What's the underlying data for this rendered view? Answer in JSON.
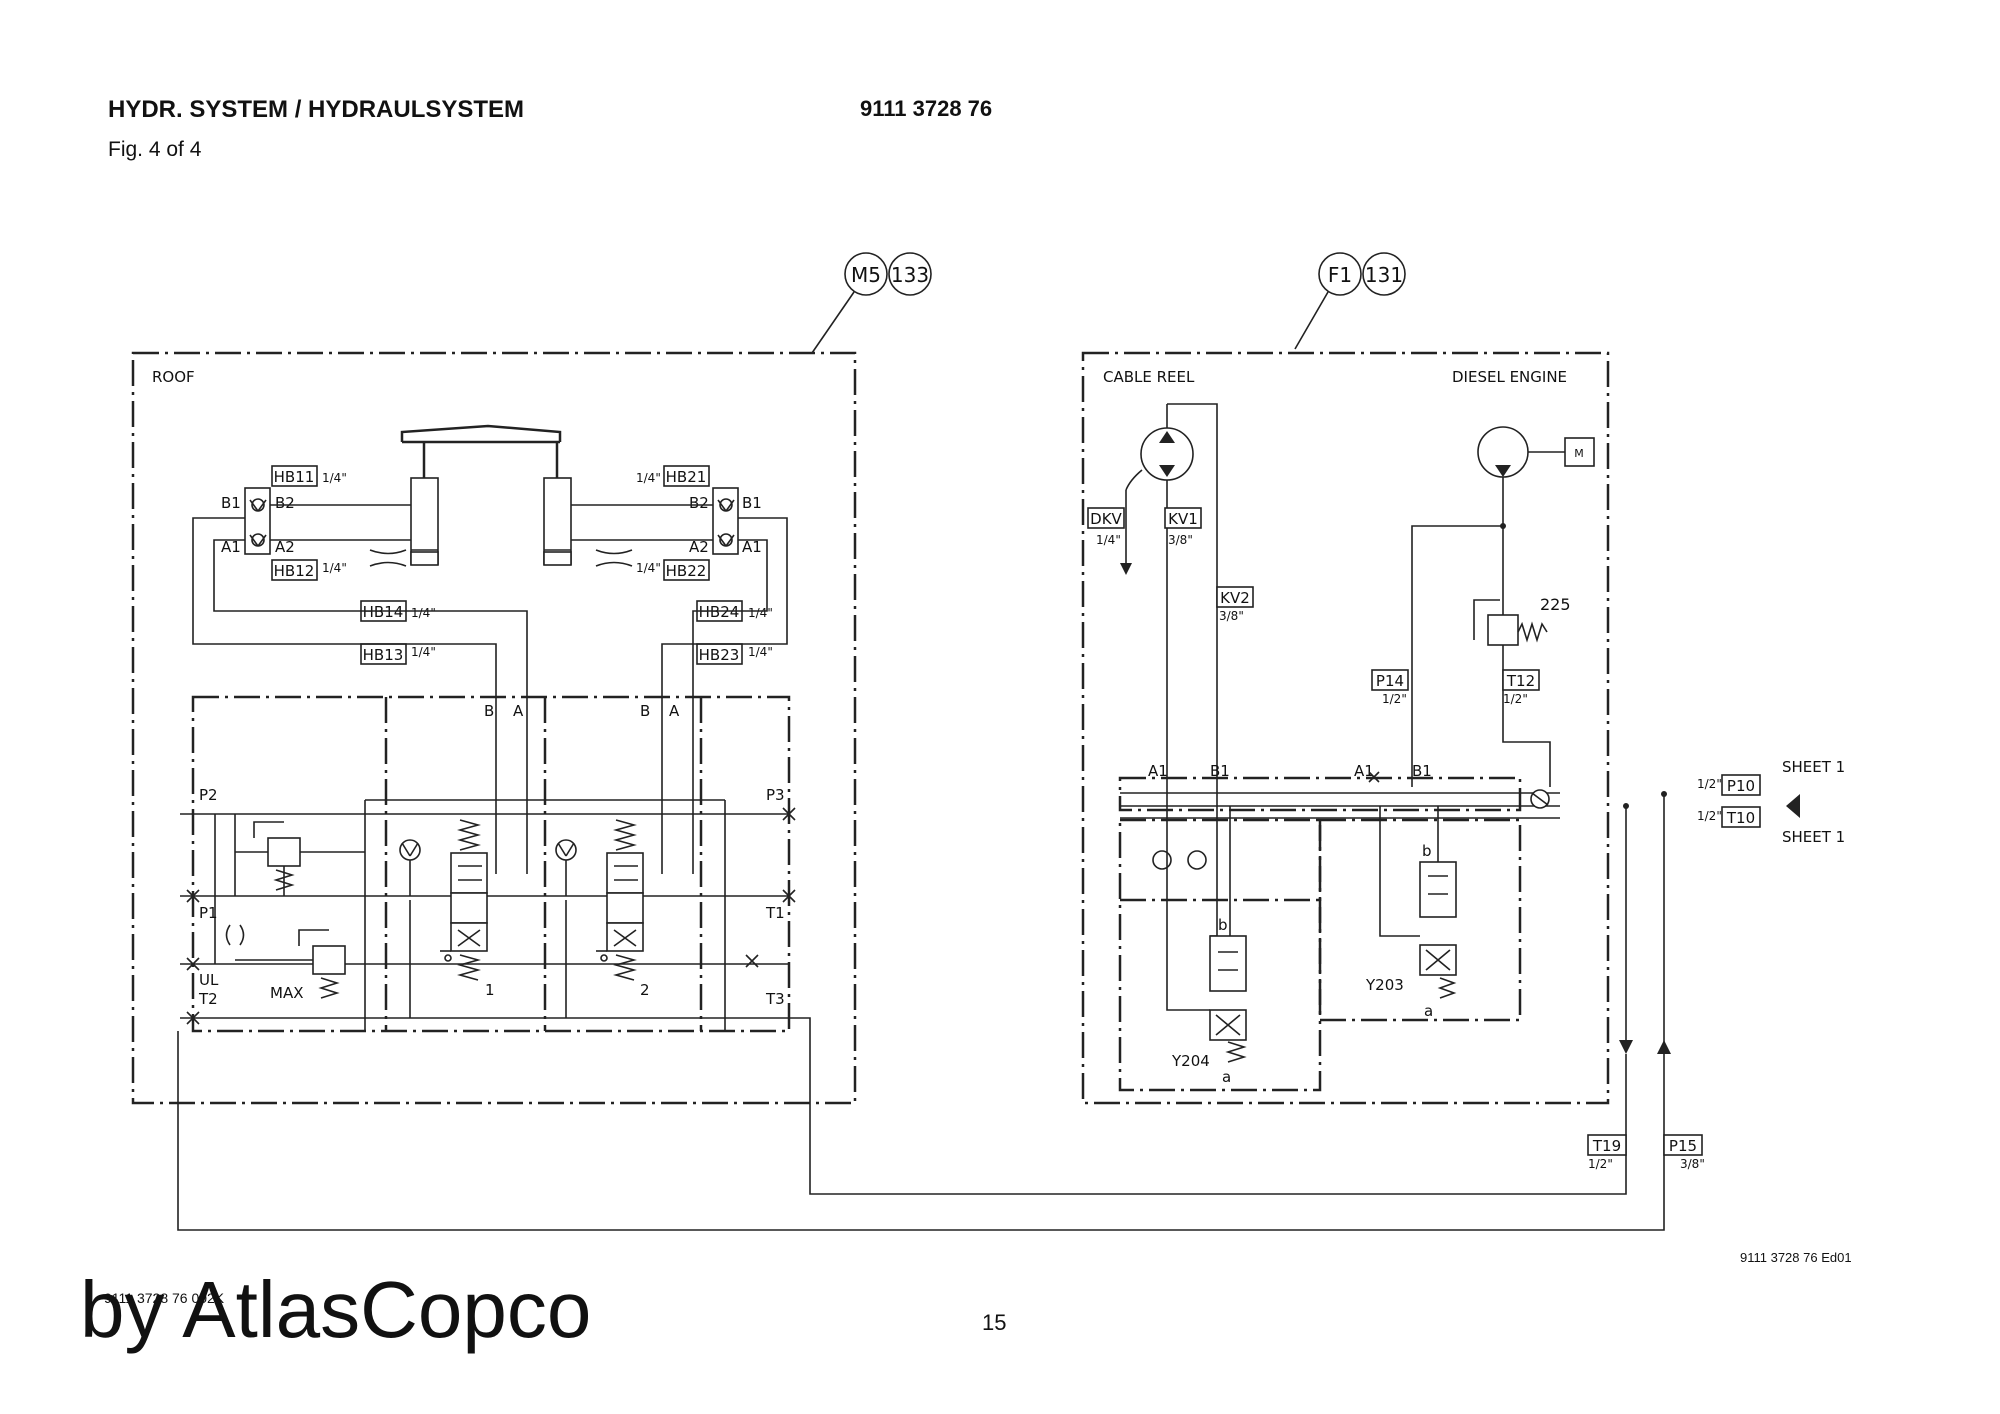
{
  "header": {
    "title": "HYDR. SYSTEM / HYDRAULSYSTEM",
    "doc_number": "9111 3728 76",
    "figure": "Fig. 4 of 4"
  },
  "footer": {
    "edition": "9111 3728 76 Ed01",
    "small_ref": "9111 3728 76 002K",
    "page": "15",
    "brand": "by AtlasCopco"
  },
  "diagram": {
    "balloons": {
      "m5": "M5",
      "n133": "133",
      "f1": "F1",
      "n131": "131"
    },
    "zones": {
      "roof": "ROOF",
      "cable_reel": "CABLE REEL",
      "diesel_engine": "DIESEL ENGINE"
    },
    "roof_hoses": {
      "hb11": "HB11",
      "hb12": "HB12",
      "hb13": "HB13",
      "hb14": "HB14",
      "hb21": "HB21",
      "hb22": "HB22",
      "hb23": "HB23",
      "hb24": "HB24",
      "size": "1/4\""
    },
    "ports": {
      "b1": "B1",
      "b2": "B2",
      "a1": "A1",
      "a2": "A2",
      "a": "A",
      "b": "B",
      "p1": "P1",
      "p2": "P2",
      "p3": "P3",
      "t1": "T1",
      "t2": "T2",
      "t3": "T3",
      "ul": "UL",
      "max": "MAX",
      "sec1": "1",
      "sec2": "2",
      "sol_a": "a",
      "sol_b": "b"
    },
    "right_hoses": {
      "dkv": "DKV",
      "dkv_size": "1/4\"",
      "kv1": "KV1",
      "kv1_size": "3/8\"",
      "kv2": "KV2",
      "kv2_size": "3/8\"",
      "p14": "P14",
      "p14_size": "1/2\"",
      "t12": "T12",
      "t12_size": "1/2\"",
      "p10": "P10",
      "p10_size": "1/2\"",
      "t10": "T10",
      "t10_size": "1/2\"",
      "t19": "T19",
      "t19_size": "1/2\"",
      "p15": "P15",
      "p15_size": "3/8\""
    },
    "components": {
      "relief": "225",
      "motor": "M",
      "y203": "Y203",
      "y204": "Y204",
      "sheet1_top": "SHEET 1",
      "sheet1_bottom": "SHEET 1"
    }
  }
}
